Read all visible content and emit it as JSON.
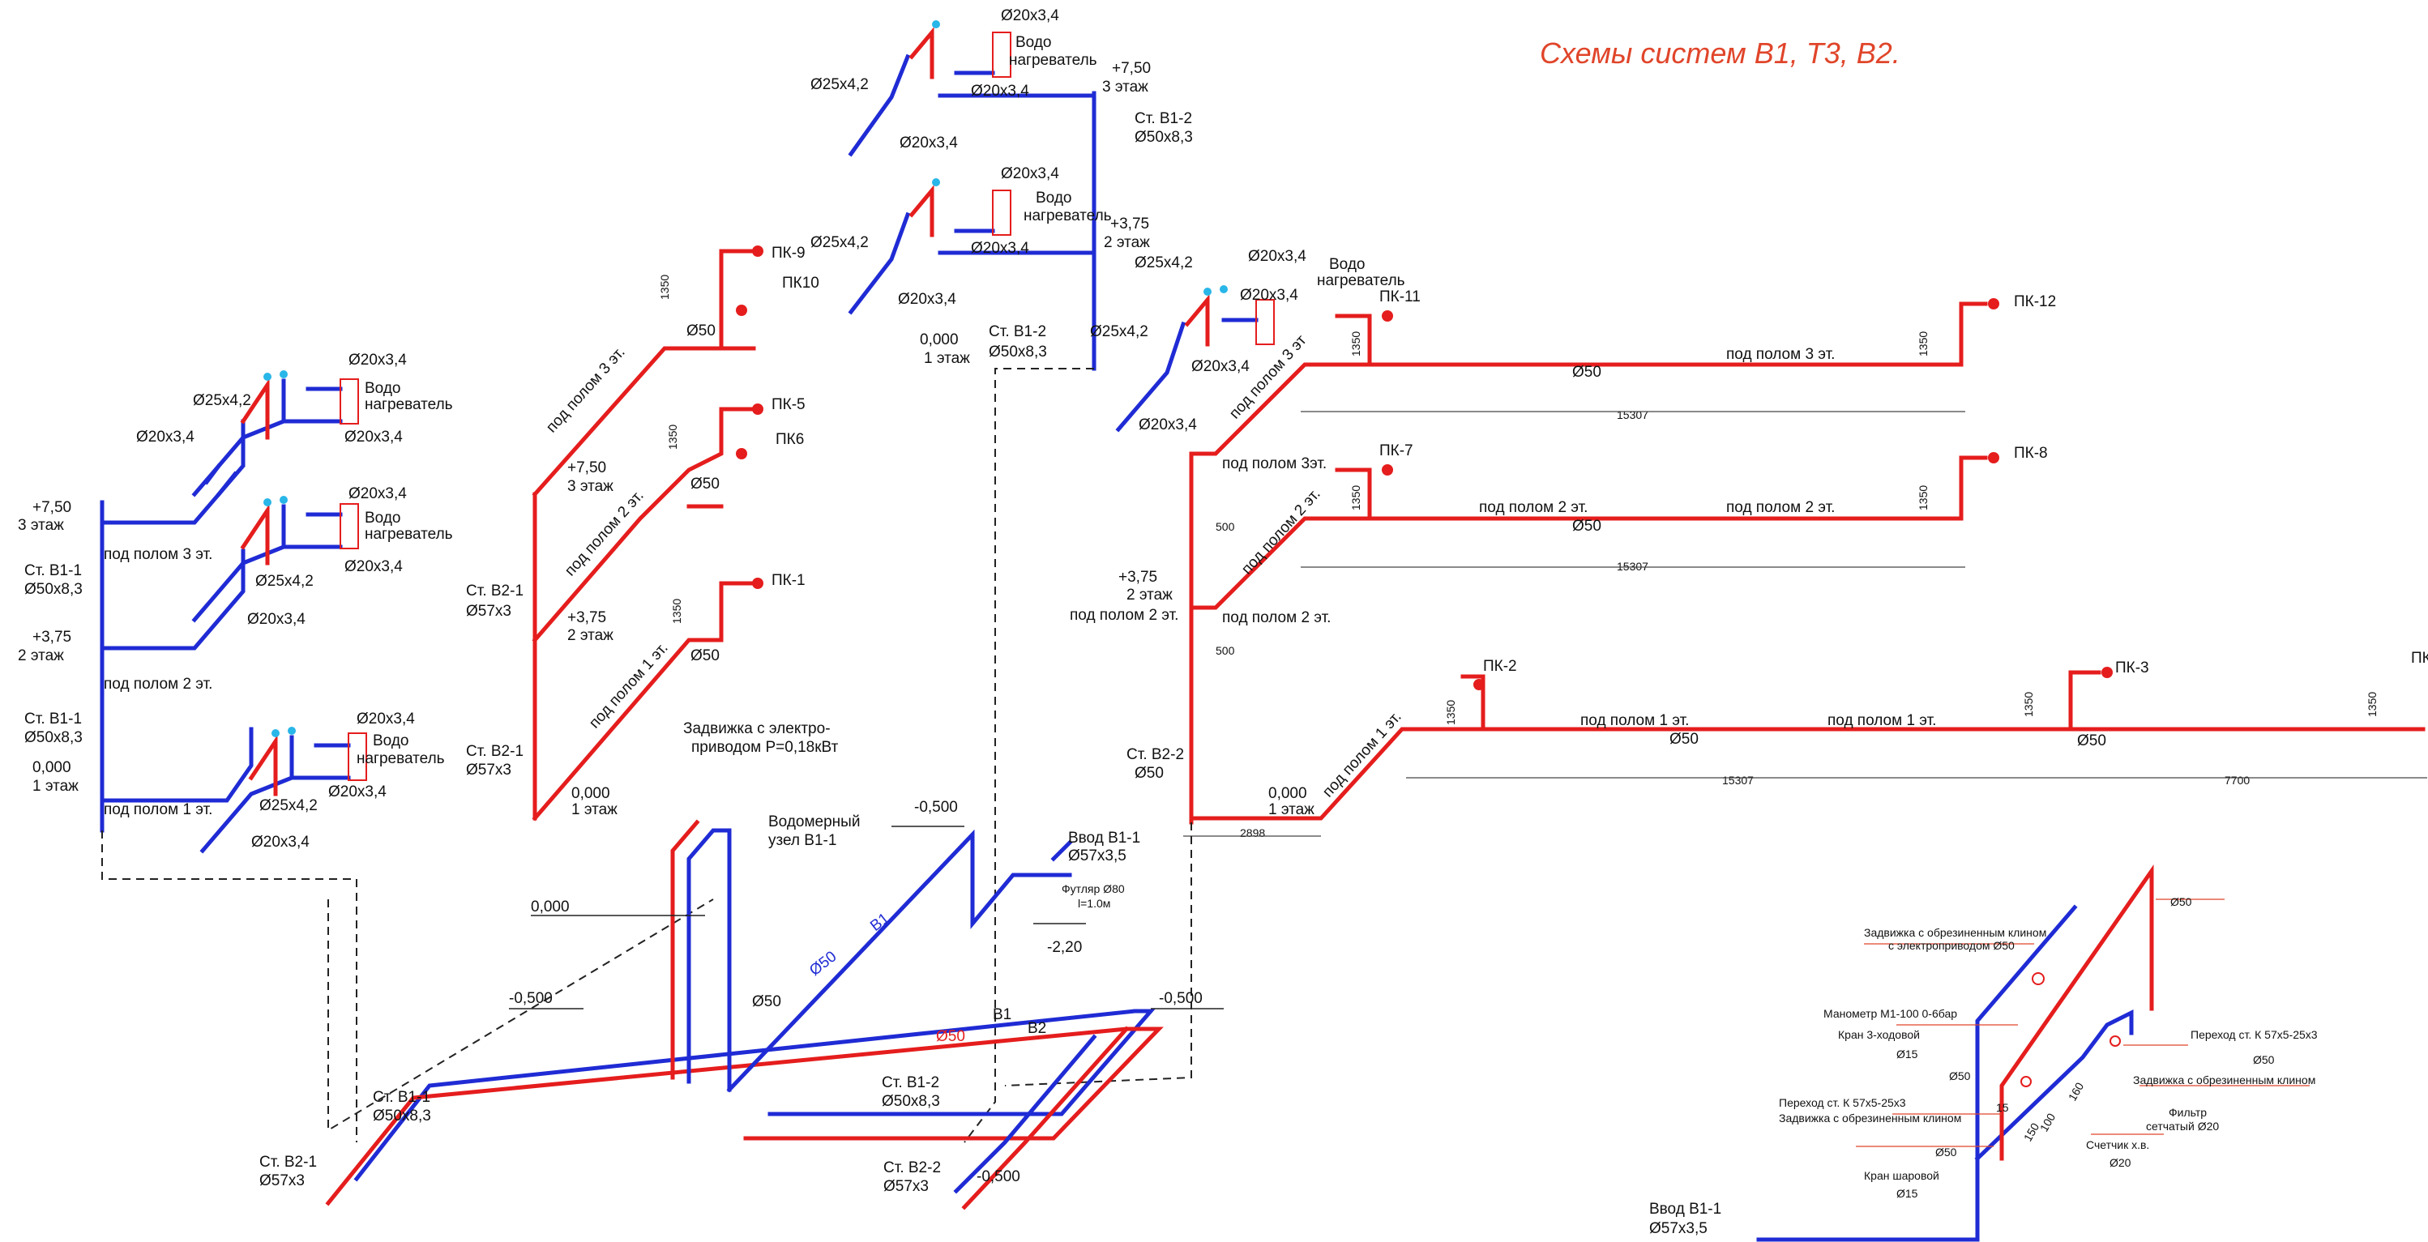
{
  "title": "Схемы   систем   В1,  Т3,  В2.",
  "lbl": {
    "d20": "Ø20x3,4",
    "d25": "Ø25x4,2",
    "d50": "Ø50",
    "d50x83": "Ø50x8,3",
    "d57": "Ø57x3",
    "heater1": "Водо",
    "heater2": "нагреватель",
    "el750": "+7,50",
    "el375": "+3,75",
    "el000": "0,000",
    "el000b": "0,000",
    "el0500": "-0,500",
    "el220": "-2,20",
    "fl3": "3 этаж",
    "fl2": "2 этаж",
    "fl1": "1 этаж",
    "floor3": "под полом 3 эт.",
    "floor2": "под полом 2 эт.",
    "floor1": "под полом 1 эт.",
    "floor3s": "под полом 3эт.",
    "floor3n": "под полом 3 эт",
    "stB11": "Ст. В1-1",
    "stB12": "Ст. В1-2",
    "stB21": "Ст. В2-1",
    "stB22": "Ст. В2-2",
    "d1350": "1350",
    "d500": "500",
    "d15307": "15307",
    "d7700": "7700",
    "d2898": "2898",
    "valve1": "Задвижка с электро-",
    "valve2": "приводом Р=0,18кВт",
    "meter1": "Водомерный",
    "meter2": "узел В1-1",
    "inlet1": "Ввод В1-1",
    "inlet2": "Ø57x3,5",
    "sleeve": "Футляр  Ø80",
    "l10": "l=1.0м",
    "pipeB1": "В1",
    "pipeB2": "В2",
    "pk1": "ПК-1",
    "pk2": "ПК-2",
    "pk3": "ПК-3",
    "pk5": "ПК-5",
    "pk6": "ПК6",
    "pk7": "ПК-7",
    "pk8": "ПК-8",
    "pk9": "ПК-9",
    "pk10": "ПК10",
    "pk11": "ПК-11",
    "pk12": "ПК-12",
    "pkcut": "ПК"
  },
  "detail": {
    "v_electric1": "Задвижка с обрезиненным клином",
    "v_electric2": "с электроприводом Ø50",
    "manometer": "Манометр М1-100   0-6бар",
    "tap3": "Кран 3-ходовой",
    "d15": "Ø15",
    "d50": "Ø50",
    "d20": "Ø20",
    "reducer1": "Переход ст. К 57х5-25х3",
    "gate": "Задвижка с обрезиненным клином",
    "ball": "Кран шаровой",
    "reducer2": "Переход ст. К 57х5-25х3",
    "filter1": "Фильтр",
    "filter2": "сетчатый Ø20",
    "counter": "Счетчик х.в.",
    "n15": "15",
    "n100": "100",
    "n160": "160",
    "n150": "150"
  },
  "colors": {
    "cold": "#1f2bd4",
    "hot": "#e51d1d",
    "title": "#e0452a"
  }
}
